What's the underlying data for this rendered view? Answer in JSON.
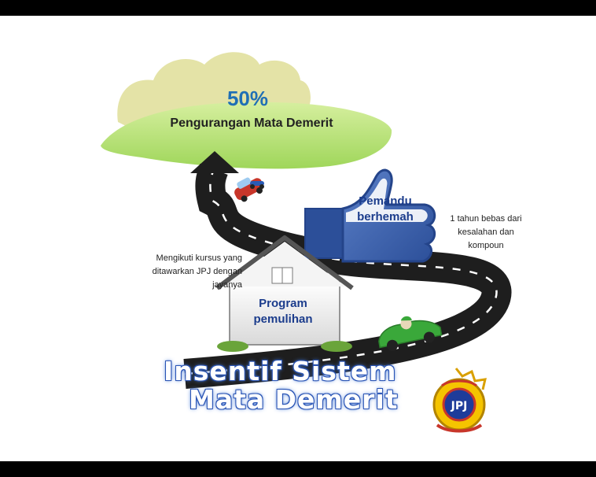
{
  "cloud": {
    "percent": "50%",
    "caption": "Pengurangan Mata Demerit"
  },
  "thumb": {
    "line1": "Pemandu",
    "line2": "berhemah"
  },
  "thumb_note": {
    "line1": "1 tahun bebas dari",
    "line2": "kesalahan dan",
    "line3": "kompoun"
  },
  "course_note": {
    "line1": "Mengikuti kursus yang",
    "line2": "ditawarkan JPJ dengan",
    "line3": "jayanya"
  },
  "house": {
    "line1": "Program",
    "line2": "pemulihan"
  },
  "title": {
    "line1": "Insentif Sistem",
    "line2": "Mata Demerit"
  },
  "logo": {
    "text": "JPJ",
    "icon": "jpj-crest-icon"
  },
  "colors": {
    "road": "#1e1e1e",
    "cloud": "#b9e07a",
    "bush": "#e3e2a6",
    "thumb": "#3b5fa8",
    "car_green": "#3aa83a",
    "car_red": "#c8362a"
  }
}
